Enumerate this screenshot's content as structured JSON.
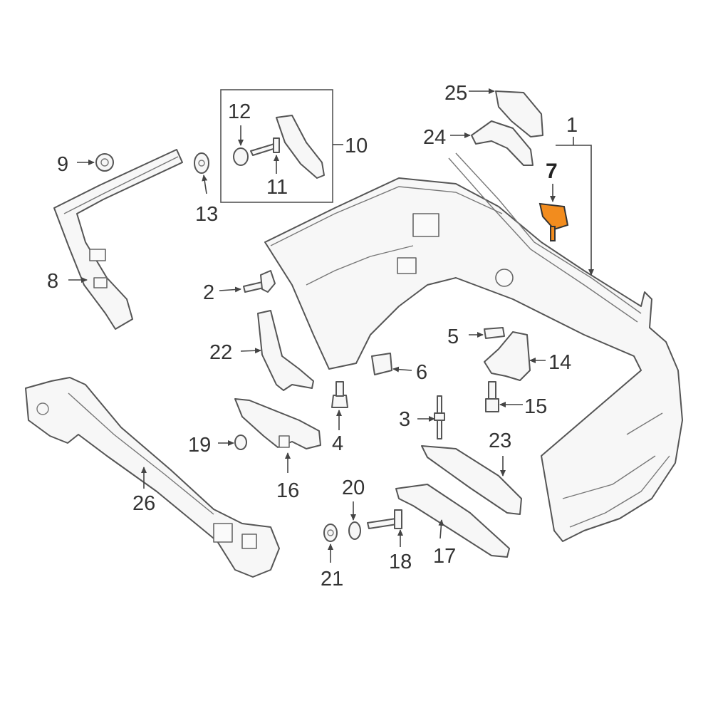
{
  "highlight_color": "#f28c1e",
  "callouts": {
    "p1": "1",
    "p2": "2",
    "p3": "3",
    "p4": "4",
    "p5": "5",
    "p6": "6",
    "p7": "7",
    "p8": "8",
    "p9": "9",
    "p10": "10",
    "p11": "11",
    "p12": "12",
    "p13": "13",
    "p14": "14",
    "p15": "15",
    "p16": "16",
    "p17": "17",
    "p18": "18",
    "p19": "19",
    "p20": "20",
    "p21": "21",
    "p22": "22",
    "p23": "23",
    "p24": "24",
    "p25": "25",
    "p26": "26"
  }
}
